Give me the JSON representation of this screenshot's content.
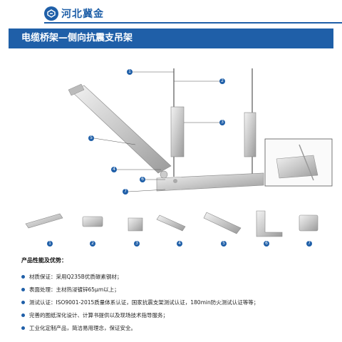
{
  "brand": {
    "name": "河北冀金"
  },
  "title": "电缆桥架—侧向抗震支吊架",
  "diagram_labels": [
    "1",
    "2",
    "3",
    "4",
    "5",
    "6",
    "7"
  ],
  "parts": [
    "1",
    "2",
    "3",
    "4",
    "5",
    "6",
    "7"
  ],
  "features": {
    "title": "产品性能及优势：",
    "items": [
      "材质保证：采用Q235B优质碳素钢材；",
      "表面处理：主材热浸镀锌65μm以上；",
      "测试认证：ISO9001-2015质量体系认证，国家抗震支架测试认证，180min防火测试认证等等；",
      "完善的图纸深化设计、计算书提供以及现场技术指导服务；",
      "工业化定制产品，简洁易用理念，保证安全。"
    ]
  },
  "colors": {
    "accent": "#1f5fa8"
  }
}
